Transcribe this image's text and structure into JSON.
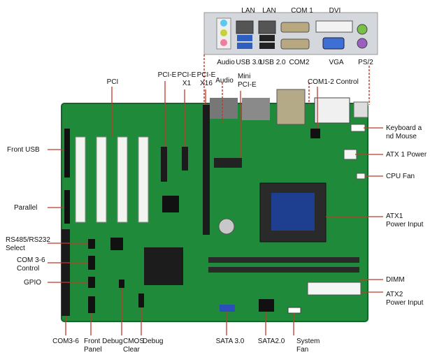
{
  "labels": {
    "lan1": "LAN",
    "lan2": "LAN",
    "com1": "COM 1",
    "dvi": "DVI",
    "audio_top": "Audio",
    "usb30_top": "USB 3.0",
    "usb20_top": "USB 2.0",
    "com2": "COM2",
    "vga": "VGA",
    "ps2": "PS/2",
    "pci": "PCI",
    "pcie_x1": "PCI-E\nX1",
    "pcie_x1_b": "PCI-E",
    "pcie_x16": "PCI-E\nX16",
    "audio_mid": "Audio",
    "mini_pcie": "Mini\nPCI-E",
    "com12_control": "COM1-2 Control",
    "keyboard_mouse": "Keyboard a\nnd Mouse",
    "atx1_power": "ATX 1 Power",
    "cpu_fan": "CPU Fan",
    "front_usb": "Front USB",
    "parallel": "Parallel",
    "rs485": "RS485/RS232\nSelect",
    "com36_control": "COM 3-6\nControl",
    "gpio": "GPIO",
    "atx1_power_input": "ATX1\nPower Input",
    "dimm": "DIMM",
    "atx2_power_input": "ATX2\nPower Input",
    "com36": "COM3-6",
    "front_debug_panel": "Front Debug\nPanel",
    "cmos_clear": "CMOS\nClear",
    "debug": "Debug",
    "sata30": "SATA 3.0",
    "sata20": "SATA2.0",
    "system_fan": "System\nFan"
  },
  "colors": {
    "board": "#1f8a3a",
    "board_dark": "#14652a",
    "leader": "#c0392b",
    "io_plate": "#c9cdd2",
    "slot_white": "#f3f3ef",
    "slot_black": "#1b1b1b",
    "dimm": "#2a2a2a"
  }
}
